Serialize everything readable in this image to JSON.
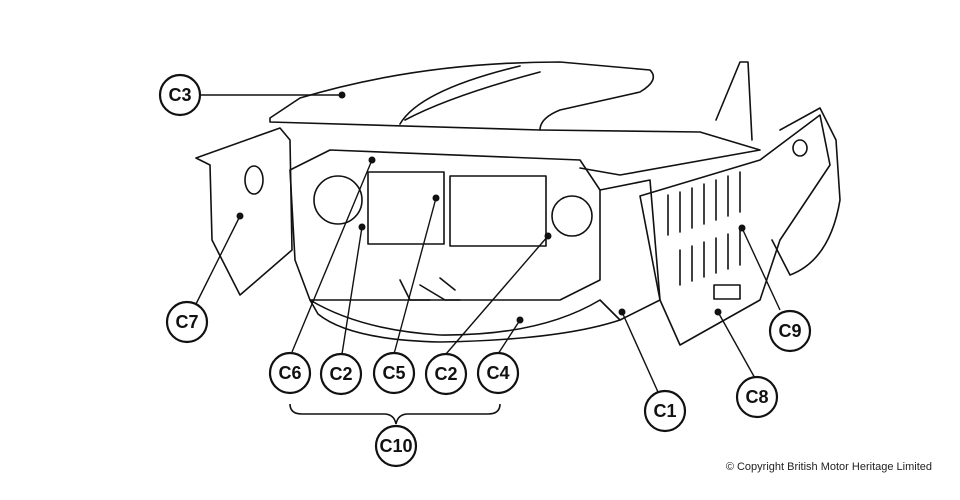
{
  "callouts": [
    {
      "id": "C3",
      "label": "C3"
    },
    {
      "id": "C7",
      "label": "C7"
    },
    {
      "id": "C6",
      "label": "C6"
    },
    {
      "id": "C2a",
      "label": "C2"
    },
    {
      "id": "C5",
      "label": "C5"
    },
    {
      "id": "C2b",
      "label": "C2"
    },
    {
      "id": "C4",
      "label": "C4"
    },
    {
      "id": "C1",
      "label": "C1"
    },
    {
      "id": "C8",
      "label": "C8"
    },
    {
      "id": "C9",
      "label": "C9"
    },
    {
      "id": "C10",
      "label": "C10"
    }
  ],
  "copyright": "© Copyright British Motor Heritage Limited",
  "colors": {
    "ink": "#111111",
    "background": "#ffffff"
  }
}
